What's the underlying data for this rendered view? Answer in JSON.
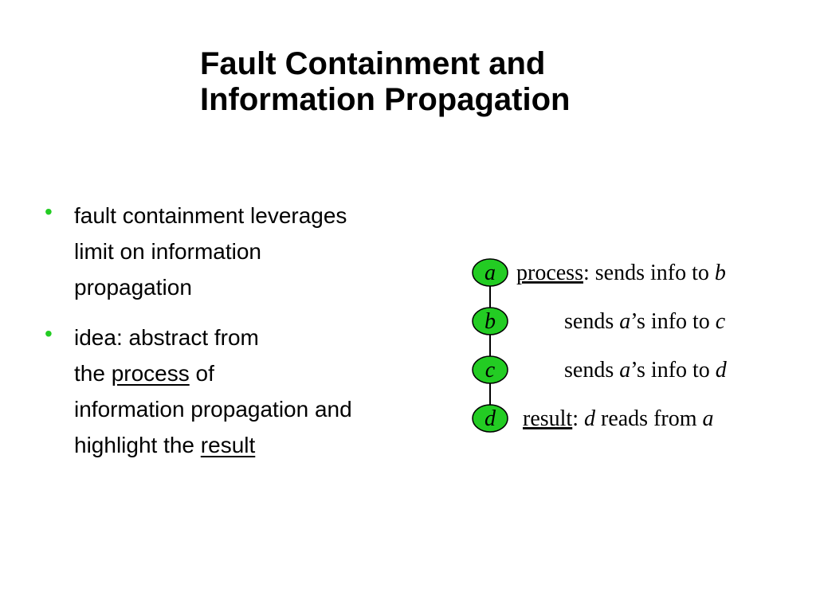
{
  "slide": {
    "title_line1": "Fault Containment and",
    "title_line2": "Information Propagation"
  },
  "bullets": [
    {
      "lines": [
        "fault containment leverages",
        "limit on information",
        "propagation"
      ]
    },
    {
      "line1": "idea: abstract from",
      "line2_pre": "the ",
      "line2_u": "process",
      "line2_post": " of",
      "line3": "information propagation and",
      "line4_pre": "highlight the ",
      "line4_u": "result"
    }
  ],
  "bullet_symbol": "•",
  "diagram": {
    "colors": {
      "node_fill": "#23cc23",
      "bullet": "#23cc23",
      "line": "#000000"
    },
    "nodes": [
      "a",
      "b",
      "c",
      "d"
    ],
    "captions": [
      {
        "u": "process",
        "t1": ": sends info to ",
        "i1": "b"
      },
      {
        "t0": "sends ",
        "i0": "a",
        "t1": "’s info to ",
        "i1": "c"
      },
      {
        "t0": "sends ",
        "i0": "a",
        "t1": "’s info to ",
        "i1": "d"
      },
      {
        "u": "result",
        "t1": ": ",
        "i1": "d",
        "t2": " reads from ",
        "i2": "a"
      }
    ]
  }
}
